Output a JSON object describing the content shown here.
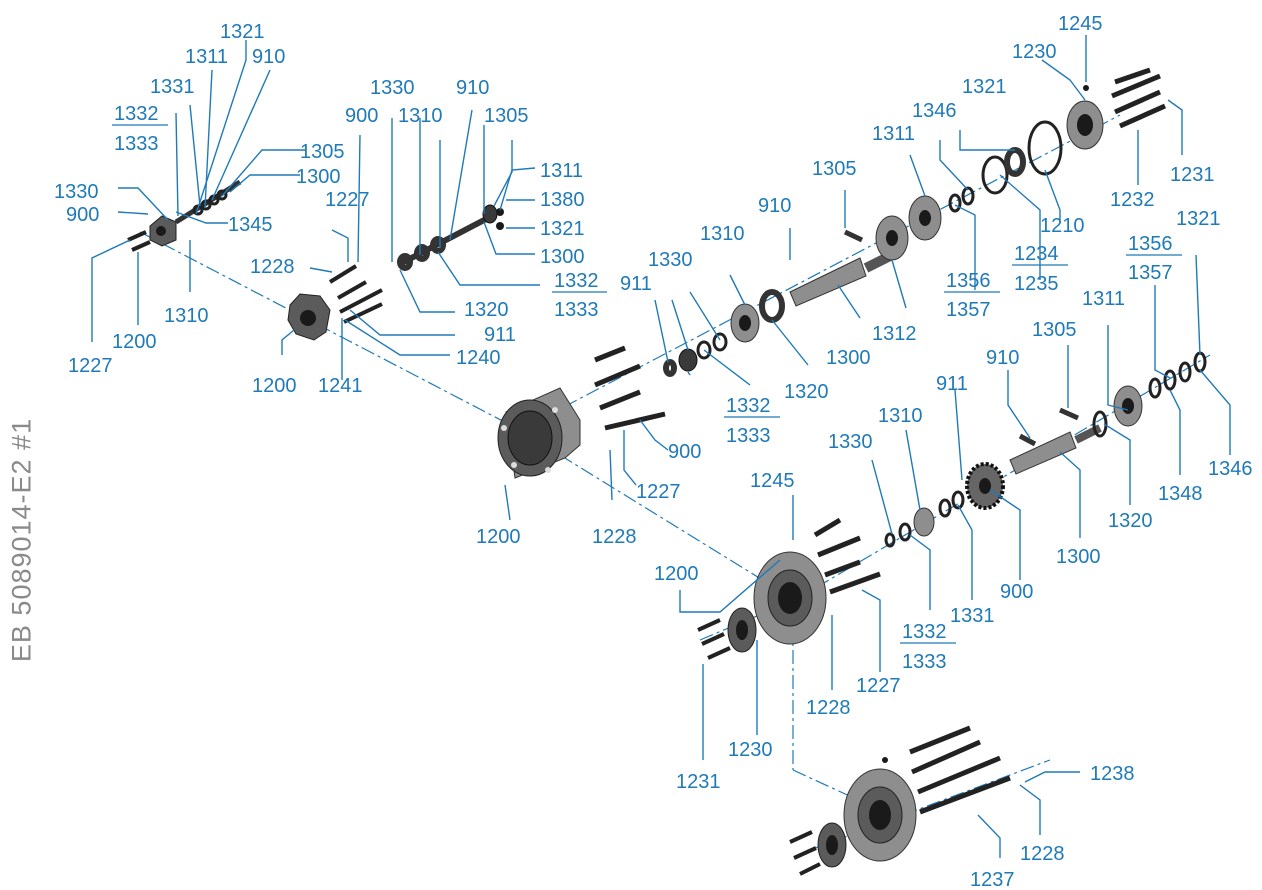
{
  "document_id": "EB 5089014-E2 #1",
  "labels": {
    "a1321": "1321",
    "a1311": "1311",
    "a910": "910",
    "a1331": "1331",
    "a1332": "1332",
    "a1333": "1333",
    "a1305": "1305",
    "a1300": "1300",
    "a1330": "1330",
    "a900": "900",
    "a1345": "1345",
    "a1310": "1310",
    "a1200": "1200",
    "a1227": "1227",
    "b1330": "1330",
    "b910": "910",
    "b900": "900",
    "b1310": "1310",
    "b1305": "1305",
    "b1311": "1311",
    "b1380": "1380",
    "b1321": "1321",
    "b1300": "1300",
    "b1227": "1227",
    "b1228": "1228",
    "b1332": "1332",
    "b1333": "1333",
    "b1320": "1320",
    "b911": "911",
    "b1240": "1240",
    "b1200": "1200",
    "b1241": "1241",
    "c910": "910",
    "c1305": "1305",
    "c1330": "1330",
    "c1310": "1310",
    "c911": "911",
    "c1312": "1312",
    "c1356": "1356",
    "c1357": "1357",
    "c1300": "1300",
    "c1320": "1320",
    "c1332": "1332",
    "c1333": "1333",
    "c900": "900",
    "c1227": "1227",
    "c1228": "1228",
    "c1200": "1200",
    "c1311": "1311",
    "c1346": "1346",
    "c1321": "1321",
    "c1234": "1234",
    "c1235": "1235",
    "c1230": "1230",
    "c1245": "1245",
    "c1231": "1231",
    "c1232": "1232",
    "c1210": "1210",
    "d1321": "1321",
    "d1356": "1356",
    "d1357": "1357",
    "d1311": "1311",
    "d1305": "1305",
    "d910": "910",
    "d911": "911",
    "d1310": "1310",
    "d1330": "1330",
    "d1348": "1348",
    "d1346": "1346",
    "d1320": "1320",
    "d1300": "1300",
    "d900": "900",
    "d1331": "1331",
    "d1332": "1332",
    "d1333": "1333",
    "d1245": "1245",
    "d1200": "1200",
    "d1227": "1227",
    "d1228": "1228",
    "d1230": "1230",
    "d1231": "1231",
    "e1238": "1238",
    "e1228": "1228",
    "e1237": "1237"
  }
}
